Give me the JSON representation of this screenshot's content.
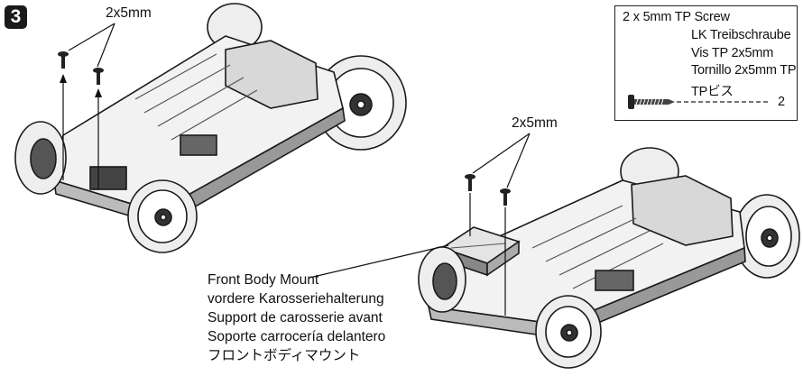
{
  "step": {
    "number": "3"
  },
  "callouts": {
    "screw_size_left": "2x5mm",
    "screw_size_right": "2x5mm"
  },
  "parts_box": {
    "line1": "2 x 5mm TP Screw",
    "line2": "LK Treibschraube",
    "line3": "Vis TP 2x5mm",
    "line4": "Tornillo 2x5mm TP",
    "line5": "TPビス",
    "quantity": "2"
  },
  "front_body_mount": {
    "en": "Front Body Mount",
    "de": "vordere Karosseriehalterung",
    "fr": "Support de carosserie avant",
    "es": "Soporte carrocería delantero",
    "ja": "フロントボディマウント"
  }
}
